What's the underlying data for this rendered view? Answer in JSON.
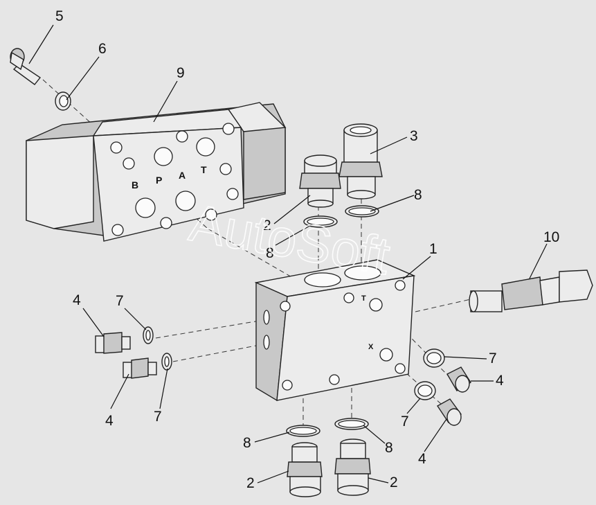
{
  "watermark": "AutoSoft",
  "valve_port_labels": [
    "B",
    "P",
    "A",
    "T"
  ],
  "block_port_labels": [
    "T",
    "X"
  ],
  "callouts": {
    "c1": "1",
    "c2a": "2",
    "c2b": "2",
    "c2c": "2",
    "c3": "3",
    "c4a": "4",
    "c4b": "4",
    "c4c": "4",
    "c4d": "4",
    "c5": "5",
    "c6": "6",
    "c7a": "7",
    "c7b": "7",
    "c7c": "7",
    "c7d": "7",
    "c8a": "8",
    "c8b": "8",
    "c8c": "8",
    "c8d": "8",
    "c9": "9",
    "c10": "10"
  },
  "colors": {
    "background": "#e6e6e6",
    "line": "#222222",
    "watermark": "#ffffff"
  }
}
